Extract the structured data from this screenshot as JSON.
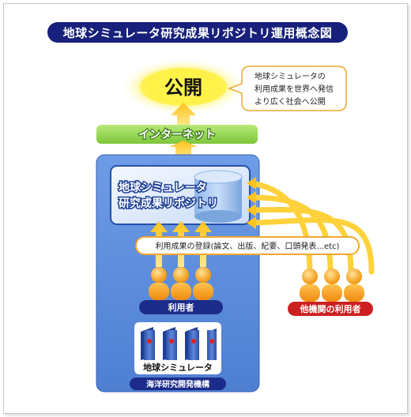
{
  "title": "地球シミュレータ研究成果リポジトリ運用概念図",
  "publish_label": "公開",
  "callout_lines": [
    "地球シミュレータの",
    "利用成果を世界へ発信",
    "より広く社会へ公開"
  ],
  "internet_label": "インターネット",
  "repository_lines": [
    "地球シミュレータ",
    "研究成果リポジトリ"
  ],
  "registration_label": "利用成果の登録(論文、出版、紀要、口頭発表...etc)",
  "users_label": "利用者",
  "external_users_label": "他機関の利用者",
  "simulator_label": "地球シミュレータ",
  "org_label": "海洋研究開発機構",
  "colors": {
    "title_bg": "#17207a",
    "internet_green": "#8fd24a",
    "panel_blue": "#5b8bd9",
    "arrow_yellow": "#ffd23c",
    "user_orange": "#f7a21b",
    "external_red": "#cc2020"
  }
}
